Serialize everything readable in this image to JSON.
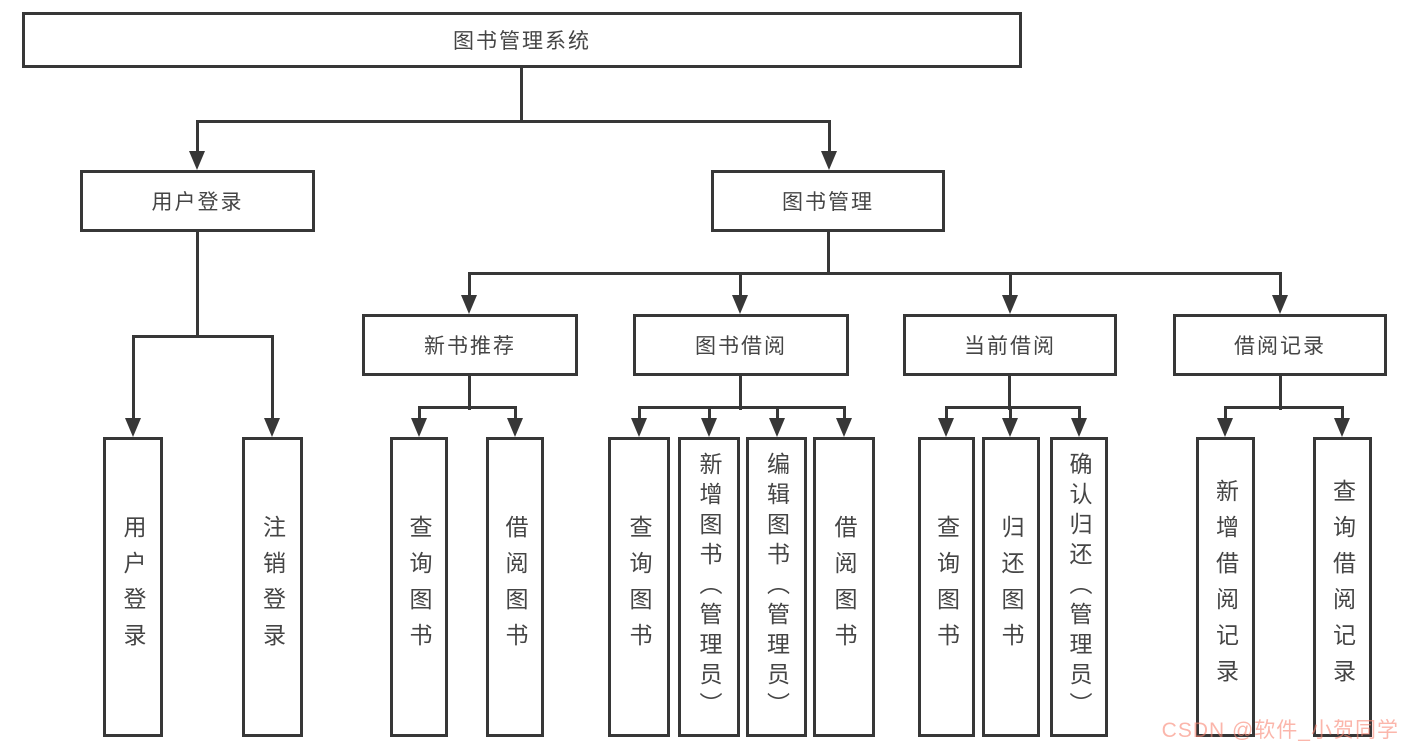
{
  "title": "图书管理系统",
  "watermark": "CSDN @软件_小贺同学",
  "colors": {
    "line": "#373737",
    "text": "#454545",
    "box_fill": "#ffffff",
    "watermark": "#f98573"
  },
  "nodes": {
    "root": {
      "label": "图书管理系统"
    },
    "user_login": {
      "label": "用户登录"
    },
    "book_mgmt": {
      "label": "图书管理"
    },
    "new_book_rec": {
      "label": "新书推荐"
    },
    "book_borrow": {
      "label": "图书借阅"
    },
    "current_borrow": {
      "label": "当前借阅"
    },
    "borrow_record": {
      "label": "借阅记录"
    },
    "leaf_user_login": {
      "label": "用户登录"
    },
    "leaf_logout": {
      "label": "注销登录"
    },
    "leaf_rec_query_book": {
      "label": "查询图书"
    },
    "leaf_rec_borrow_book": {
      "label": "借阅图书"
    },
    "leaf_bb_query_book": {
      "label": "查询图书"
    },
    "leaf_bb_add_book": {
      "label": "新增图书（管理员）"
    },
    "leaf_bb_edit_book": {
      "label": "编辑图书（管理员）"
    },
    "leaf_bb_borrow_book": {
      "label": "借阅图书"
    },
    "leaf_cb_query_book": {
      "label": "查询图书"
    },
    "leaf_cb_return_book": {
      "label": "归还图书"
    },
    "leaf_cb_confirm_return": {
      "label": "确认归还（管理员）"
    },
    "leaf_br_add_record": {
      "label": "新增借阅记录"
    },
    "leaf_br_query_record": {
      "label": "查询借阅记录"
    }
  },
  "hierarchy": {
    "图书管理系统": [
      "用户登录",
      "图书管理"
    ],
    "用户登录": [
      "用户登录",
      "注销登录"
    ],
    "图书管理": [
      "新书推荐",
      "图书借阅",
      "当前借阅",
      "借阅记录"
    ],
    "新书推荐": [
      "查询图书",
      "借阅图书"
    ],
    "图书借阅": [
      "查询图书",
      "新增图书（管理员）",
      "编辑图书（管理员）",
      "借阅图书"
    ],
    "当前借阅": [
      "查询图书",
      "归还图书",
      "确认归还（管理员）"
    ],
    "借阅记录": [
      "新增借阅记录",
      "查询借阅记录"
    ]
  }
}
